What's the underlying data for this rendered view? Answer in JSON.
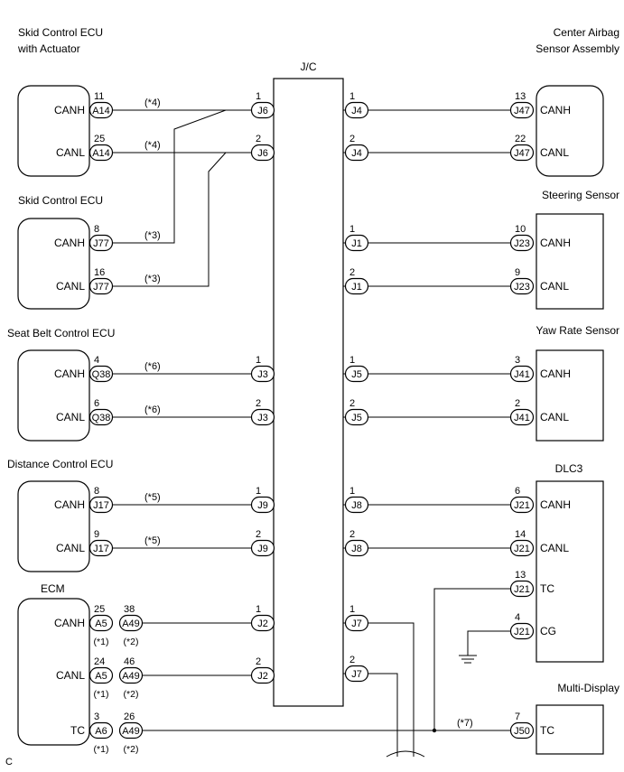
{
  "jc_label": "J/C",
  "corner_letter": "C",
  "left_devices": [
    {
      "title_lines": [
        "Skid Control ECU",
        "with Actuator"
      ],
      "pins": [
        {
          "signal": "CANH",
          "conns": [
            {
              "id": "A14",
              "pin": "11"
            }
          ],
          "note": "(*4)",
          "jc": {
            "id": "J6",
            "pin": "1"
          }
        },
        {
          "signal": "CANL",
          "conns": [
            {
              "id": "A14",
              "pin": "25"
            }
          ],
          "note": "(*4)",
          "jc": {
            "id": "J6",
            "pin": "2"
          }
        }
      ]
    },
    {
      "title_lines": [
        "Skid Control ECU"
      ],
      "pins": [
        {
          "signal": "CANH",
          "conns": [
            {
              "id": "J77",
              "pin": "8"
            }
          ],
          "note": "(*3)"
        },
        {
          "signal": "CANL",
          "conns": [
            {
              "id": "J77",
              "pin": "16"
            }
          ],
          "note": "(*3)"
        }
      ]
    },
    {
      "title_lines": [
        "Seat Belt Control ECU"
      ],
      "pins": [
        {
          "signal": "CANH",
          "conns": [
            {
              "id": "Q38",
              "pin": "4"
            }
          ],
          "note": "(*6)",
          "jc": {
            "id": "J3",
            "pin": "1"
          }
        },
        {
          "signal": "CANL",
          "conns": [
            {
              "id": "Q38",
              "pin": "6"
            }
          ],
          "note": "(*6)",
          "jc": {
            "id": "J3",
            "pin": "2"
          }
        }
      ]
    },
    {
      "title_lines": [
        "Distance Control ECU"
      ],
      "pins": [
        {
          "signal": "CANH",
          "conns": [
            {
              "id": "J17",
              "pin": "8"
            }
          ],
          "note": "(*5)",
          "jc": {
            "id": "J9",
            "pin": "1"
          }
        },
        {
          "signal": "CANL",
          "conns": [
            {
              "id": "J17",
              "pin": "9"
            }
          ],
          "note": "(*5)",
          "jc": {
            "id": "J9",
            "pin": "2"
          }
        }
      ]
    },
    {
      "title_lines": [
        "ECM"
      ],
      "pins": [
        {
          "signal": "CANH",
          "conns": [
            {
              "id": "A5",
              "pin": "25",
              "variant": "(*1)"
            },
            {
              "id": "A49",
              "pin": "38",
              "variant": "(*2)"
            }
          ],
          "jc": {
            "id": "J2",
            "pin": "1"
          }
        },
        {
          "signal": "CANL",
          "conns": [
            {
              "id": "A5",
              "pin": "24",
              "variant": "(*1)"
            },
            {
              "id": "A49",
              "pin": "46",
              "variant": "(*2)"
            }
          ],
          "jc": {
            "id": "J2",
            "pin": "2"
          }
        },
        {
          "signal": "TC",
          "conns": [
            {
              "id": "A6",
              "pin": "3",
              "variant": "(*1)"
            },
            {
              "id": "A49",
              "pin": "26",
              "variant": "(*2)"
            }
          ]
        }
      ]
    }
  ],
  "right_devices": [
    {
      "title_lines": [
        "Center Airbag",
        "Sensor Assembly"
      ],
      "pins": [
        {
          "signal": "CANH",
          "conn": {
            "id": "J47",
            "pin": "13"
          },
          "jc": {
            "id": "J4",
            "pin": "1"
          }
        },
        {
          "signal": "CANL",
          "conn": {
            "id": "J47",
            "pin": "22"
          },
          "jc": {
            "id": "J4",
            "pin": "2"
          }
        }
      ]
    },
    {
      "title_lines": [
        "Steering Sensor"
      ],
      "pins": [
        {
          "signal": "CANH",
          "conn": {
            "id": "J23",
            "pin": "10"
          },
          "jc": {
            "id": "J1",
            "pin": "1"
          }
        },
        {
          "signal": "CANL",
          "conn": {
            "id": "J23",
            "pin": "9"
          },
          "jc": {
            "id": "J1",
            "pin": "2"
          }
        }
      ]
    },
    {
      "title_lines": [
        "Yaw Rate Sensor"
      ],
      "pins": [
        {
          "signal": "CANH",
          "conn": {
            "id": "J41",
            "pin": "3"
          },
          "jc": {
            "id": "J5",
            "pin": "1"
          }
        },
        {
          "signal": "CANL",
          "conn": {
            "id": "J41",
            "pin": "2"
          },
          "jc": {
            "id": "J5",
            "pin": "2"
          }
        }
      ]
    },
    {
      "title_lines": [
        "DLC3"
      ],
      "pins": [
        {
          "signal": "CANH",
          "conn": {
            "id": "J21",
            "pin": "6"
          },
          "jc": {
            "id": "J8",
            "pin": "1"
          }
        },
        {
          "signal": "CANL",
          "conn": {
            "id": "J21",
            "pin": "14"
          },
          "jc": {
            "id": "J8",
            "pin": "2"
          }
        },
        {
          "signal": "TC",
          "conn": {
            "id": "J21",
            "pin": "13"
          }
        },
        {
          "signal": "CG",
          "conn": {
            "id": "J21",
            "pin": "4"
          }
        }
      ]
    },
    {
      "title_lines": [
        "Multi-Display"
      ],
      "pins": [
        {
          "signal": "TC",
          "conn": {
            "id": "J50",
            "pin": "7"
          },
          "note": "(*7)"
        }
      ]
    }
  ],
  "extra_jc": [
    {
      "id": "J7",
      "pin": "1"
    },
    {
      "id": "J7",
      "pin": "2"
    }
  ]
}
